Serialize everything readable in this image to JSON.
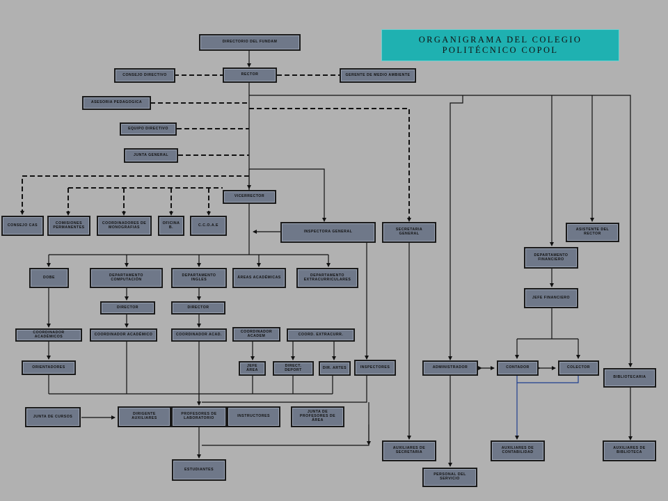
{
  "title": "ORGANIGRAMA DEL COLEGIO POLITÉCNICO COPOL",
  "boxes": {
    "directorio": "DIRECTORIO DEL FUNDAM",
    "consejo_directivo": "CONSEJO DIRECTIVO",
    "rector": "RECTOR",
    "gerente": "GERENTE DE MEDIO AMBIENTE",
    "asesoria": "ASESORIA PEDAGOGICA",
    "equipo_directivo": "EQUIPO DIRECTIVO",
    "junta_general": "JUNTA GENERAL",
    "consejo_cas": "CONSEJO CAS",
    "comisiones": "COMISIONES PERMANENTES",
    "coord_monografias": "COORDINADORES DE MONOGRAFIAS",
    "oficina": "OFICINA B.",
    "ccoae": "C.C.O.A.E",
    "vicerrector": "VICERRECTOR",
    "inspectora_general": "INSPECTORA GENERAL",
    "secretaria_general": "SECRETARIA GENERAL",
    "asistente_rector": "ASISTENTE DEL RECTOR",
    "dobe": "DOBE",
    "dep_computacion": "DEPARTAMENTO COMPUTACIÓN",
    "dep_ingles": "DEPARTAMENTO INGLES",
    "areas_academicas": "ÁREAS ACADÉMICAS",
    "dep_extracurriculares": "DEPARTAMENTO EXTRACURRICULARES",
    "dep_financiero": "DEPARTAMENTO FINANCIERO",
    "jefe_financiero": "JEFE FINANCIERO",
    "director_comp": "DIRECTOR",
    "director_ingles": "DIRECTOR",
    "coord_acad_1": "COORDINADOR ACADÉMICOS",
    "coord_acad_2": "COORDINADOR ACADÉMICO",
    "coord_acad_3": "COORDINADOR ACAD.",
    "coord_academ": "COORDINADOR ACADEM",
    "coord_extracurr": "COORD. EXTRACURR.",
    "orientadores": "ORIENTADORES",
    "jefe_area": "JEFE ÁREA",
    "direct_deport": "DIRECT. DEPORT",
    "dir_artes": "DIR. ARTES",
    "inspectores": "INSPECTORES",
    "administrador": "ADMINISTRADOR",
    "contador": "CONTADOR",
    "colector": "COLECTOR",
    "bibliotecaria": "BIBLIOTECARIA",
    "junta_cursos": "JUNTA DE CURSOS",
    "dirigente_aux": "DIRIGENTE AUXILIARES",
    "profesores_lab": "PROFESORES DE LABORATORIO",
    "instructores": "INSTRUCTORES",
    "junta_profesores": "JUNTA DE PROFESORES DE ÁREA",
    "aux_secretaria": "AUXILIARES DE SECRETARIA",
    "aux_contabilidad": "AUXILIARES DE CONTABILIDAD",
    "aux_biblioteca": "AUXILIARES DE BIBLIOTECA",
    "personal_servicio": "PERSONAL DEL SERVICIO",
    "estudiantes": "ESTUDIANTES"
  },
  "colors": {
    "background": "#b1b1b1",
    "box_fill": "#6f7889",
    "box_border": "#1a1a1a",
    "title_fill": "#1fb1b1",
    "line": "#111111",
    "accent_line": "#1f3f8f"
  }
}
